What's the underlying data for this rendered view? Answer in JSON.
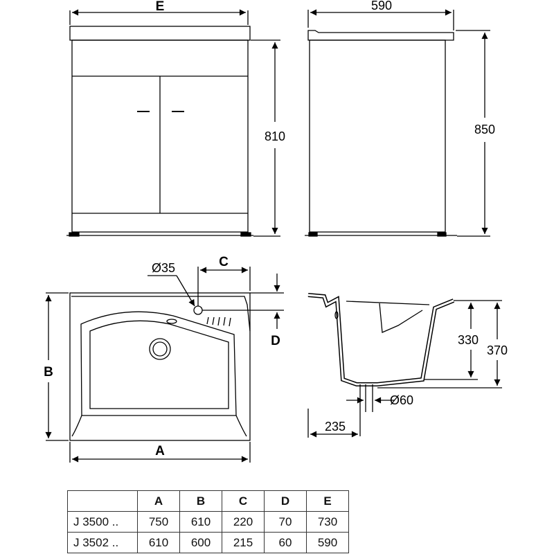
{
  "labels": {
    "front_width": "E",
    "front_height": "810",
    "side_width": "590",
    "side_height": "850",
    "hole_diameter": "Ø35",
    "dim_c": "C",
    "dim_d": "D",
    "dim_a": "A",
    "dim_b": "B",
    "basin_depth": "330",
    "total_depth": "370",
    "drain_diameter": "Ø60",
    "drain_offset": "235"
  },
  "table": {
    "headers": [
      "",
      "A",
      "B",
      "C",
      "D",
      "E"
    ],
    "rows": [
      [
        "J 3500 ..",
        "750",
        "610",
        "220",
        "70",
        "730"
      ],
      [
        "J 3502 ..",
        "610",
        "600",
        "215",
        "60",
        "590"
      ]
    ]
  }
}
